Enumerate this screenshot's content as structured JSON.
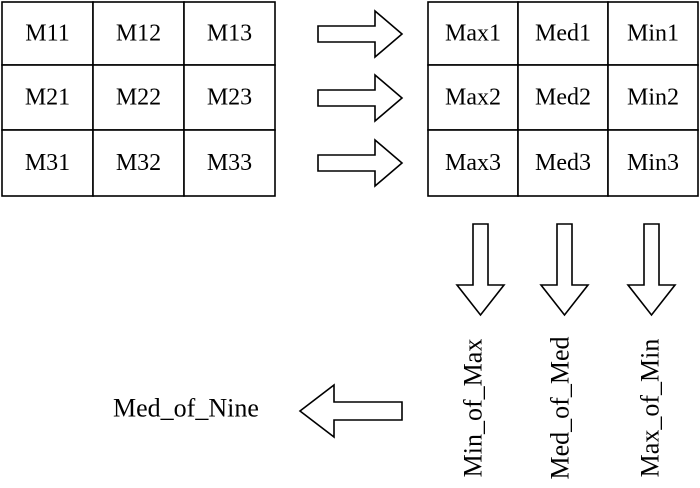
{
  "input_matrix": {
    "rows": [
      [
        "M11",
        "M12",
        "M13"
      ],
      [
        "M21",
        "M22",
        "M23"
      ],
      [
        "M31",
        "M32",
        "M33"
      ]
    ]
  },
  "sorted_matrix": {
    "rows": [
      [
        "Max1",
        "Med1",
        "Min1"
      ],
      [
        "Max2",
        "Med2",
        "Min2"
      ],
      [
        "Max3",
        "Med3",
        "Min3"
      ]
    ]
  },
  "column_results": {
    "labels": [
      "Min_of_Max",
      "Med_of_Med",
      "Max_of_Min"
    ]
  },
  "final_result": {
    "label": "Med_of_Nine"
  }
}
